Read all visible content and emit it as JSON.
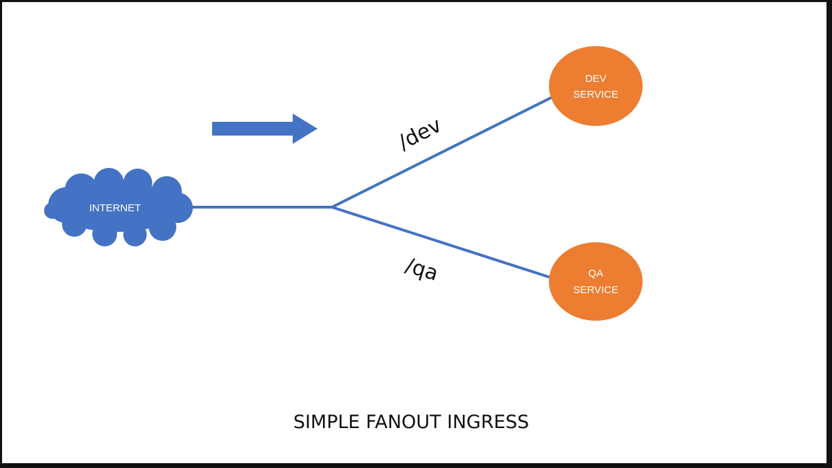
{
  "diagram": {
    "title": "SIMPLE FANOUT INGRESS",
    "nodes": {
      "internet": {
        "label": "INTERNET",
        "shape": "cloud"
      },
      "dev_service": {
        "label_line1": "DEV",
        "label_line2": "SERVICE",
        "shape": "circle"
      },
      "qa_service": {
        "label_line1": "QA",
        "label_line2": "SERVICE",
        "shape": "circle"
      }
    },
    "routes": {
      "dev": "/dev",
      "qa": "/qa"
    },
    "colors": {
      "line": "#4472C4",
      "cloud": "#4472C4",
      "service": "#ED7D31",
      "arrow": "#4472C4"
    },
    "icons": {
      "direction": "right-arrow-icon",
      "internet": "cloud-icon"
    }
  }
}
